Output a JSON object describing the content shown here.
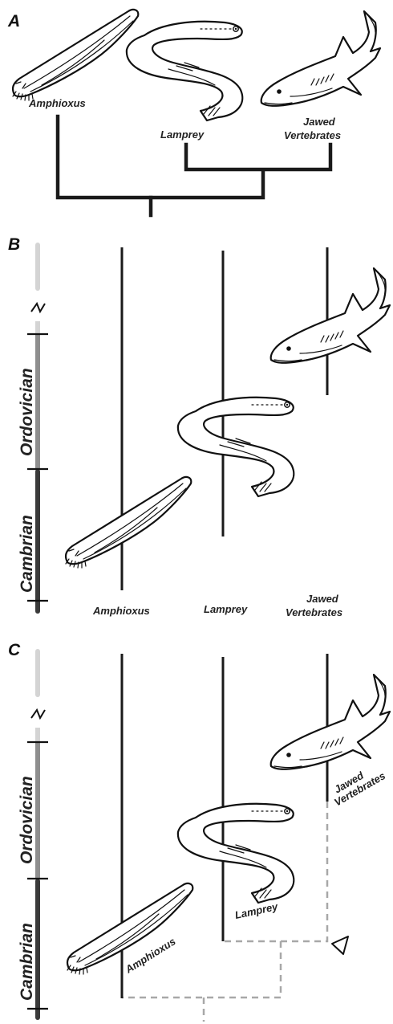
{
  "panels": {
    "a": {
      "letter": "A",
      "labels": {
        "amphioxus": "Amphioxus",
        "lamprey": "Lamprey",
        "jawed_line1": "Jawed",
        "jawed_line2": "Vertebrates"
      }
    },
    "b": {
      "letter": "B",
      "periods": [
        "Ordovician",
        "Cambrian"
      ],
      "labels": {
        "amphioxus": "Amphioxus",
        "lamprey": "Lamprey",
        "jawed_line1": "Jawed",
        "jawed_line2": "Vertebrates"
      }
    },
    "c": {
      "letter": "C",
      "periods": [
        "Ordovician",
        "Cambrian"
      ],
      "labels": {
        "amphioxus": "Amphioxus",
        "lamprey": "Lamprey",
        "jawed_line1": "Jawed",
        "jawed_line2": "Vertebrates"
      }
    }
  },
  "colors": {
    "ink": "#1a1a1a",
    "timescale_top": "#d4d4d4",
    "ordovician_bar": "#8e8e8e",
    "cambrian_bar": "#3a3a3a",
    "dashed_tree": "#a8a8a8"
  },
  "icons": [
    "amphioxus-drawing",
    "lamprey-drawing",
    "shark-drawing",
    "break-mark-icon",
    "arrowhead-icon"
  ]
}
